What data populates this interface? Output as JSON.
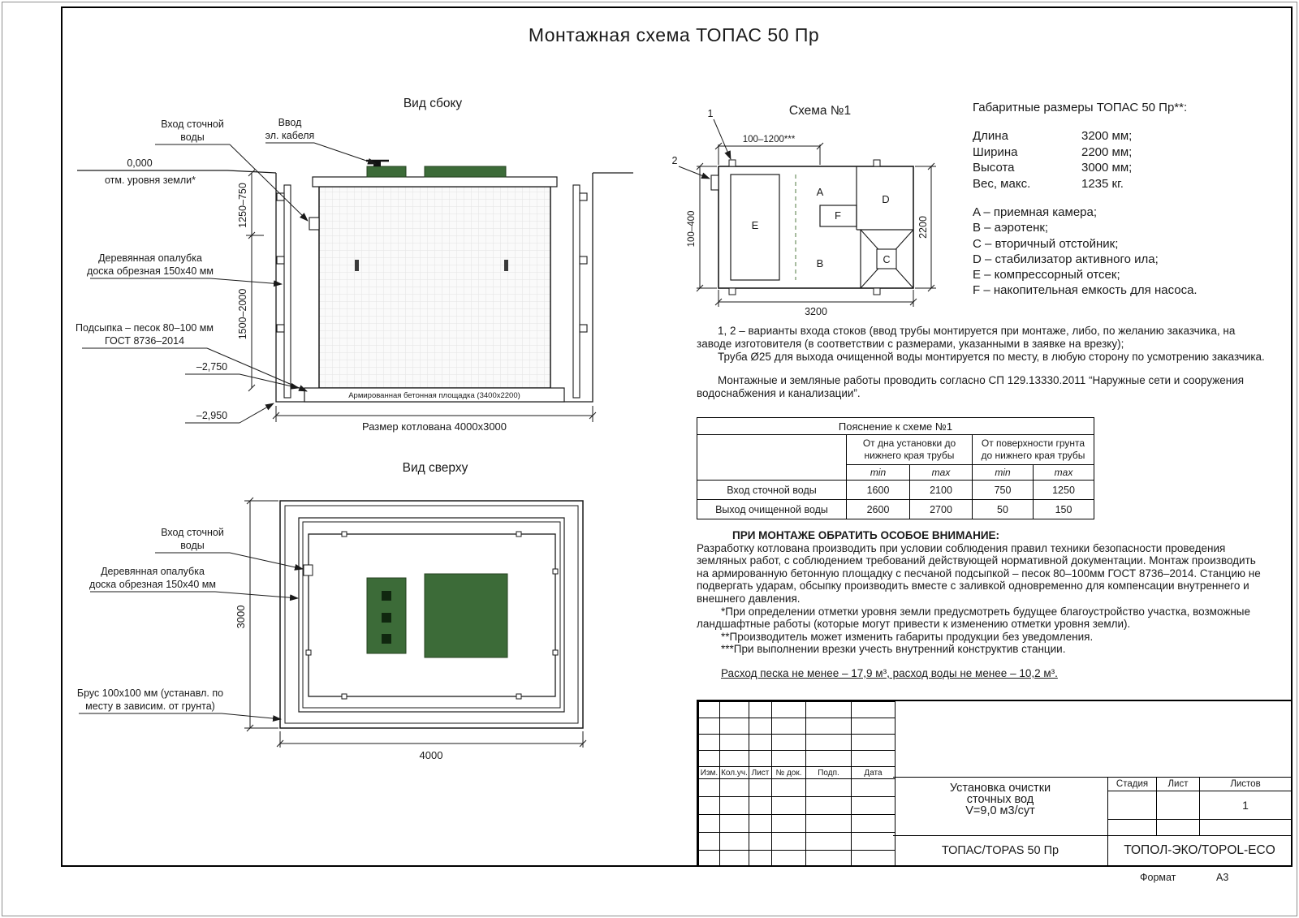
{
  "page": {
    "title": "Монтажная схема ТОПАС 50 Пр",
    "format_label": "Формат",
    "format_value": "А3"
  },
  "side_view": {
    "title": "Вид сбоку",
    "inlet_line1": "Вход сточной",
    "inlet_line2": "воды",
    "cable_line1": "Ввод",
    "cable_line2": "эл. кабеля",
    "ground_mark": "0,000",
    "ground_label": "отм. уровня земли*",
    "dim_upper": "1250–750",
    "dim_lower": "1500–2000",
    "formwork_line1": "Деревянная опалубка",
    "formwork_line2": "доска обрезная 150x40 мм",
    "sand_line1": "Подсыпка – песок 80–100 мм",
    "sand_line2": "ГОСТ 8736–2014",
    "elev_pad_top": "–2,750",
    "elev_pad_bottom": "–2,950",
    "pad_label": "Армированная бетонная площадка (3400х2200)",
    "pit_dim": "Размер котлована 4000х3000"
  },
  "top_view": {
    "title": "Вид сверху",
    "inlet_line1": "Вход сточной",
    "inlet_line2": "воды",
    "formwork_line1": "Деревянная опалубка",
    "formwork_line2": "доска обрезная 150x40 мм",
    "beam_line1": "Брус 100x100 мм (устанавл. по",
    "beam_line2": "месту в зависим. от грунта)",
    "dim_width": "3000",
    "dim_length": "4000"
  },
  "scheme": {
    "title": "Схема №1",
    "callout_1": "1",
    "callout_2": "2",
    "dim_top": "100–1200***",
    "dim_left": "100–400",
    "dim_right": "2200",
    "dim_bottom": "3200",
    "chamber_a": "A",
    "chamber_b": "B",
    "chamber_c": "C",
    "chamber_d": "D",
    "chamber_e": "E",
    "chamber_f": "F"
  },
  "overall": {
    "title": "Габаритные размеры ТОПАС 50 Пр**:",
    "rows": [
      {
        "name": "Длина",
        "value": "3200 мм;"
      },
      {
        "name": "Ширина",
        "value": "2200 мм;"
      },
      {
        "name": "Высота",
        "value": "3000 мм;"
      },
      {
        "name": "Вес, макс.",
        "value": "1235 кг."
      }
    ],
    "legend": [
      "A – приемная камера;",
      "B – аэротенк;",
      "C – вторичный отстойник;",
      "D – стабилизатор активного ила;",
      "E – компрессорный отсек;",
      "F – накопительная емкость для насоса."
    ]
  },
  "notes": {
    "p1": "1, 2 – варианты входа  стоков (ввод трубы монтируется при монтаже, либо, по желанию заказчика, на заводе изготовителя (в соответствии с размерами, указанными в заявке на врезку);",
    "p2": "Труба Ø25 для выхода очищенной воды монтируется по месту, в любую сторону по усмотрению заказчика.",
    "p3": "Монтажные и земляные работы проводить согласно СП 129.13330.2011 “Наружные сети и сооружения водоснабжения и канализации”."
  },
  "table": {
    "title": "Пояснение к схеме №1",
    "group1": "От дна установки до нижнего края трубы",
    "group2": "От поверхности грунта до нижнего края трубы",
    "min1": "min",
    "max1": "max",
    "min2": "min",
    "max2": "max",
    "rows": [
      {
        "name": "Вход сточной воды",
        "c1": "1600",
        "c2": "2100",
        "c3": "750",
        "c4": "1250"
      },
      {
        "name": "Выход очищенной воды",
        "c1": "2600",
        "c2": "2700",
        "c3": "50",
        "c4": "150"
      }
    ]
  },
  "attention": {
    "title": "ПРИ МОНТАЖЕ ОБРАТИТЬ ОСОБОЕ ВНИМАНИЕ:",
    "body": "Разработку котлована производить при условии соблюдения правил техники безопасности проведения земляных работ, с соблюдением требований действующей нормативной документации.  Монтаж производить на армированную бетонную площадку с песчаной подсыпкой – песок 80–100мм ГОСТ 8736–2014. Станцию не подвергать ударам, обсыпку производить вместе с заливкой одновременно для компенсации внутреннего и внешнего давления.",
    "note1": "*При определении отметки уровня земли предусмотреть будущее благоустройство участка, возможные ландшафтные работы (которые могут привести к изменению отметки уровня земли).",
    "note2": "**Производитель может изменить габариты продукции без уведомления.",
    "note3": "***При выполнении врезки учесть внутренний конструктив станции.",
    "consumption": "Расход песка не менее – 17,9 м³, расход воды не менее – 10,2 м³."
  },
  "stamp": {
    "cols": [
      "Изм.",
      "Кол.уч.",
      "Лист",
      "№ док.",
      "Подп.",
      "Дата"
    ],
    "project_line1": "Установка очистки",
    "project_line2": "сточных вод",
    "project_line3": "V=9,0 м3/сут",
    "stage": "Стадия",
    "sheet": "Лист",
    "sheets": "Листов",
    "sheets_value": "1",
    "product": "ТОПАС/TOPAS 50 Пр",
    "company": "ТОПОЛ-ЭКО/TOPOL-ECO"
  }
}
